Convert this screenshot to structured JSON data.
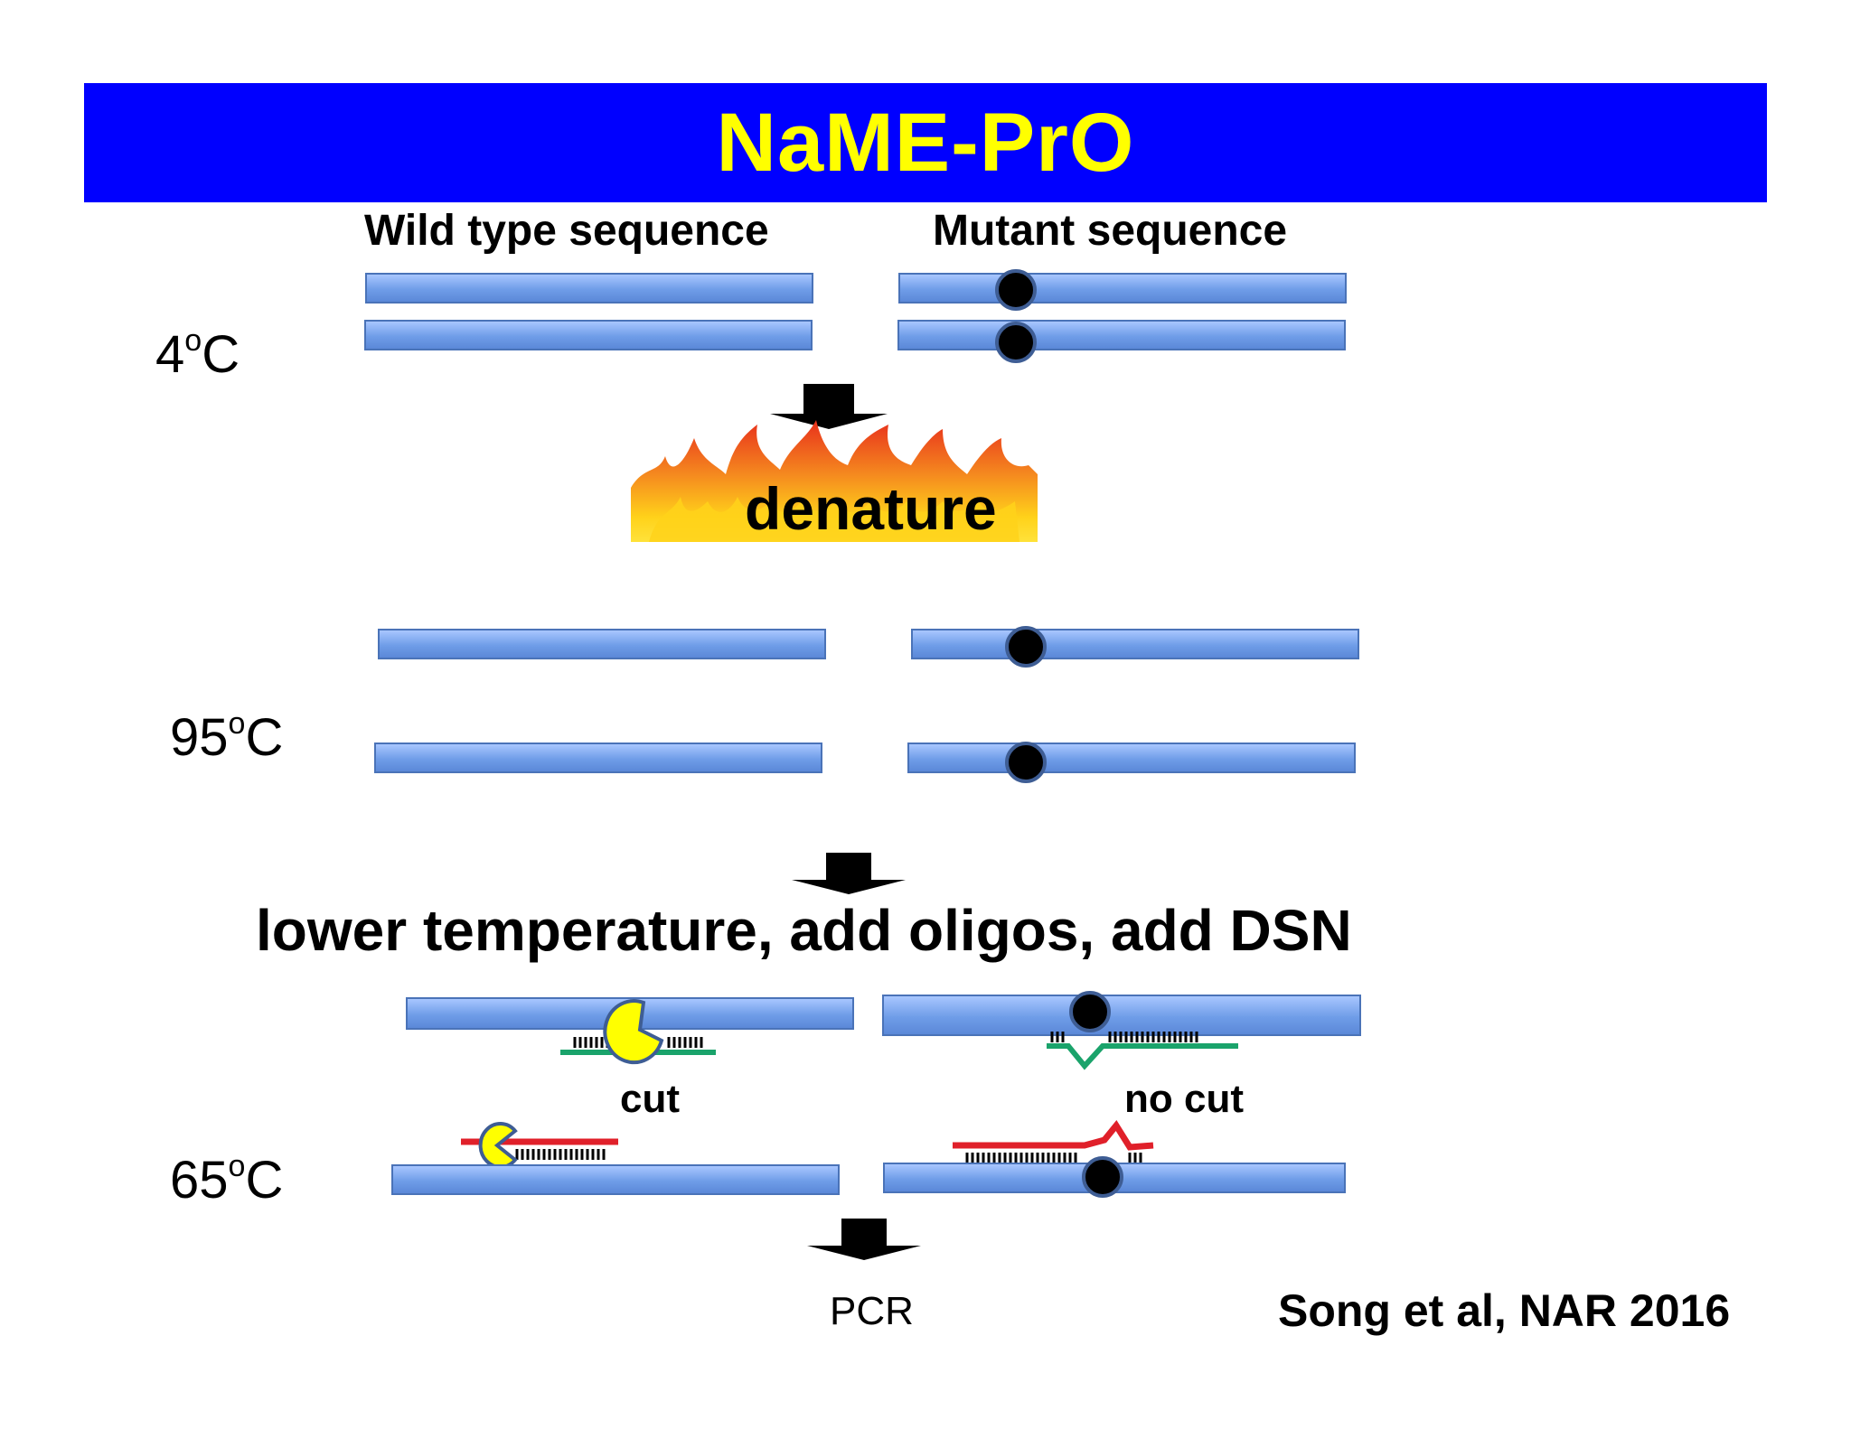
{
  "title": "NaME-PrO",
  "headers": {
    "wild_type": "Wild type sequence",
    "mutant": "Mutant sequence"
  },
  "temperatures": {
    "t1_num": "4",
    "t2_num": "95",
    "t3_num": "65",
    "deg_sup": "o",
    "unit": "C"
  },
  "labels": {
    "denature": "denature",
    "lower": "lower temperature, add oligos, add DSN",
    "cut": "cut",
    "no_cut": "no cut",
    "pcr": "PCR",
    "citation": "Song et al, NAR 2016"
  },
  "colors": {
    "title_bg": "#0000ff",
    "title_text": "#ffff00",
    "strand": "#6f9de8",
    "mutation_dot": "#000000",
    "oligo_green": "#1aa36b",
    "oligo_red": "#e0202a",
    "dsn_enzyme": "#ffff00"
  },
  "icons": {
    "enzyme": "pacman-dsn-icon",
    "mutation": "mutation-dot-icon",
    "fire": "fire-icon",
    "arrow": "down-arrow-icon"
  }
}
